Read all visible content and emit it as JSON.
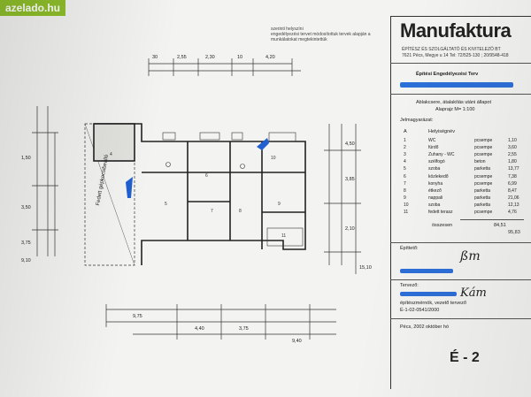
{
  "watermark": "azelado.hu",
  "stamp": {
    "line1": "szerinti helyszíni",
    "line2": "engedélyezési tervet módosítottuk tervek alapján a",
    "line3": "munkálatokat megtekintettük"
  },
  "titleblock": {
    "company": "Manufaktura",
    "company_sub1": "ÉPÍTÉSZ ÉS SZOLGÁLTATÓ ÉS KIVITELEZŐ BT",
    "company_sub2": "7621 Pécs, Megye u 14 Tel: 72/525-130 ; 20/9548-418",
    "plan_type": "Építési Engedélyezési Terv",
    "drawing_title": "Ablakcsere, átalakítás utáni állapot",
    "drawing_scale": "Alaprajz M= 1:100",
    "legend_title": "Jelmagyarázat:",
    "col_a": "A",
    "col_name": "Helyiségnév",
    "rooms": [
      {
        "num": "1",
        "name": "WC",
        "floor": "pcsempe",
        "area": "1,10"
      },
      {
        "num": "2",
        "name": "fürdő",
        "floor": "pcsempe",
        "area": "3,60"
      },
      {
        "num": "3",
        "name": "Zuhany - WC",
        "floor": "pcsempe",
        "area": "2,55"
      },
      {
        "num": "4",
        "name": "szélfogó",
        "floor": "beton",
        "area": "1,80"
      },
      {
        "num": "5",
        "name": "szoba",
        "floor": "parketta",
        "area": "13,77"
      },
      {
        "num": "6",
        "name": "közlekedő",
        "floor": "pcsempe",
        "area": "7,38"
      },
      {
        "num": "7",
        "name": "konyha",
        "floor": "pcsempe",
        "area": "6,99"
      },
      {
        "num": "8",
        "name": "étkező",
        "floor": "parketta",
        "area": "8,47"
      },
      {
        "num": "9",
        "name": "nappali",
        "floor": "parketta",
        "area": "21,06"
      },
      {
        "num": "10",
        "name": "szoba",
        "floor": "parketta",
        "area": "12,13"
      },
      {
        "num": "11",
        "name": "fedett terasz",
        "floor": "pcsempe",
        "area": "4,76"
      }
    ],
    "total_label": "összesen",
    "total_value": "84,51",
    "total_hand": "95,83",
    "builder_label": "Építtető:",
    "designer_label": "Tervező:",
    "designer_role": "építészmérnök, vezető tervező",
    "designer_id": "É-1-02-0541/2000",
    "place_date": "Pécs, 2002 október hó",
    "sheet_code": "É - 2"
  },
  "plan": {
    "room_label_left": "Fedett gépkocsibeálló",
    "dims_top": [
      "30",
      "2,55",
      "2,30",
      "10",
      "4,20"
    ],
    "dims_bottom": [
      "9,75",
      "4,40",
      "3,75",
      "9,40"
    ],
    "dims_right": [
      "4,50",
      "3,85",
      "2,10",
      "15,10"
    ],
    "dims_left": [
      "1,50",
      "3,50",
      "3,75",
      "9,10"
    ]
  }
}
